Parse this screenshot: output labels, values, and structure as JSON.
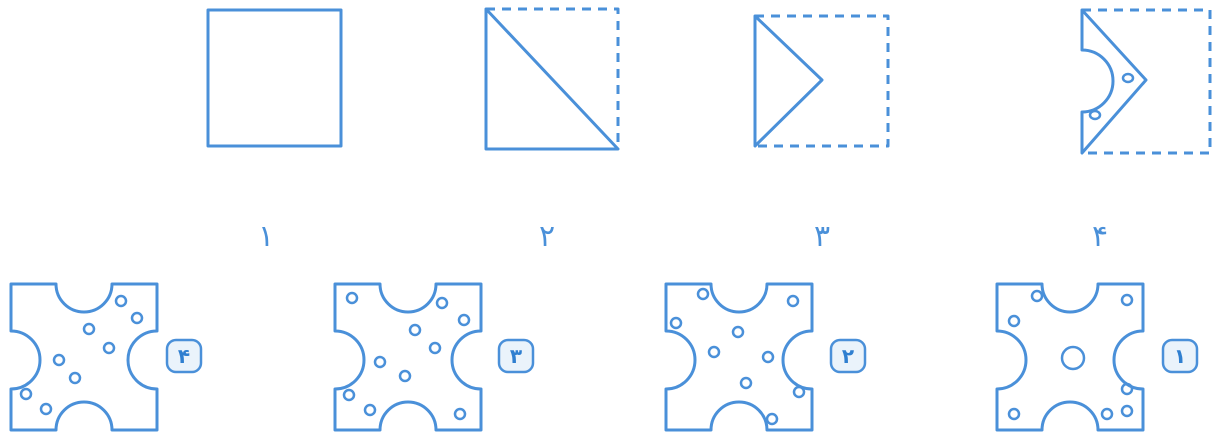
{
  "colors": {
    "stroke": "#4a90d9",
    "badge_fill": "#eaf3fb",
    "background": "#ffffff"
  },
  "steps": [
    {
      "label": "۱"
    },
    {
      "label": "۲"
    },
    {
      "label": "۳"
    },
    {
      "label": "۴"
    }
  ],
  "options": [
    {
      "label": "۴"
    },
    {
      "label": "۳"
    },
    {
      "label": "۲"
    },
    {
      "label": "۱"
    }
  ]
}
